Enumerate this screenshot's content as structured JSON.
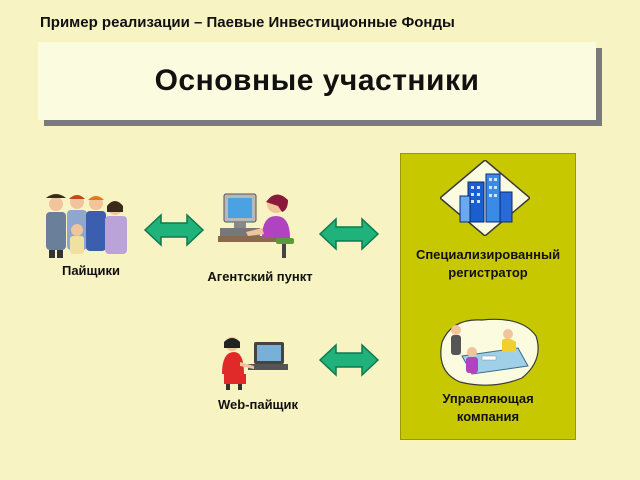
{
  "subtitle": "Пример реализации – Паевые Инвестиционные Фонды",
  "title": "Основные участники",
  "participants": {
    "investors": "Пайщики",
    "agent": "Агентский пункт",
    "web_investor": "Web-пайщик",
    "registrar_line1": "Специализированный",
    "registrar_line2": "регистратор",
    "company_line1": "Управляющая",
    "company_line2": "компания"
  },
  "colors": {
    "background": "#f7f3c2",
    "panel": "#c8c800",
    "arrow": "#1fb27a"
  },
  "icons": [
    "people-group-icon",
    "computer-operator-icon",
    "laptop-user-icon",
    "office-building-icon",
    "meeting-icon",
    "double-arrow-icon"
  ]
}
